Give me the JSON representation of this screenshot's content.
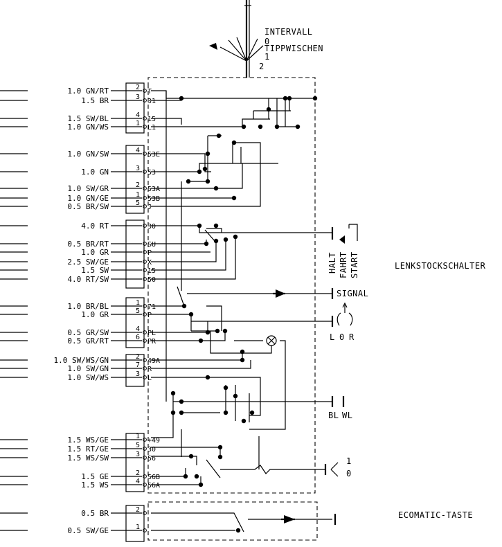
{
  "title": "LENKSTOCKSCHALTER",
  "ecomatic": "ECOMATIC-TASTE",
  "wiper_modes": {
    "intervall": "INTERVALL",
    "zero": "0",
    "tipp": "TIPPWISCHEN",
    "one": "1",
    "two": "2"
  },
  "ignition_states": {
    "halt": "HALT",
    "fahrt": "FAHRT",
    "start": "START"
  },
  "signal": "SIGNAL",
  "turn_labels": {
    "left": "L",
    "zero": "0",
    "right": "R"
  },
  "light_labels": {
    "bl": "BL",
    "wl": "WL"
  },
  "dimmer_labels": {
    "one": "1",
    "zero": "0"
  },
  "wires": [
    {
      "label": "1.0 GN/RT",
      "pin": "2",
      "term": "T"
    },
    {
      "label": "1.5 BR",
      "pin": "3",
      "term": "31"
    },
    {
      "label": "1.5 SW/BL",
      "pin": "4",
      "term": "15"
    },
    {
      "label": "1.0 GN/WS",
      "pin": "1",
      "term": "L1"
    },
    {
      "label": "1.0 GN/SW",
      "pin": "4",
      "term": "53E"
    },
    {
      "label": "1.0 GN",
      "pin": "3",
      "term": "53"
    },
    {
      "label": "1.0 SW/GR",
      "pin": "2",
      "term": "53A"
    },
    {
      "label": "1.0 GN/GE",
      "pin": "1",
      "term": "53B"
    },
    {
      "label": "0.5 BR/SW",
      "pin": "5",
      "term": "J"
    },
    {
      "label": "4.0 RT",
      "pin": "",
      "term": "30"
    },
    {
      "label": "0.5 BR/RT",
      "pin": "",
      "term": "SU"
    },
    {
      "label": "1.0 GR",
      "pin": "",
      "term": "P"
    },
    {
      "label": "2.5 SW/GE",
      "pin": "",
      "term": "X"
    },
    {
      "label": "1.5 SW",
      "pin": "",
      "term": "15"
    },
    {
      "label": "4.0 RT/SW",
      "pin": "",
      "term": "50"
    },
    {
      "label": "1.0 BR/BL",
      "pin": "1",
      "term": "71"
    },
    {
      "label": "1.0 GR",
      "pin": "5",
      "term": "P"
    },
    {
      "label": "0.5 GR/SW",
      "pin": "4",
      "term": "PL"
    },
    {
      "label": "0.5 GR/RT",
      "pin": "6",
      "term": "PR"
    },
    {
      "label": "1.0 SW/WS/GN",
      "pin": "2",
      "term": "49A"
    },
    {
      "label": "1.0 SW/GN",
      "pin": "7",
      "term": "R"
    },
    {
      "label": "1.0 SW/WS",
      "pin": "3",
      "term": "L"
    },
    {
      "label": "1.5 WS/GE",
      "pin": "1",
      "term": "+49"
    },
    {
      "label": "1.5 RT/GE",
      "pin": "5",
      "term": "30"
    },
    {
      "label": "1.5 WS/SW",
      "pin": "3",
      "term": "56"
    },
    {
      "label": "1.5 GE",
      "pin": "2",
      "term": "56B"
    },
    {
      "label": "1.5 WS",
      "pin": "4",
      "term": "56A"
    },
    {
      "label": "0.5 BR",
      "pin": "2",
      "term": ""
    },
    {
      "label": "0.5 SW/GE",
      "pin": "1",
      "term": ""
    }
  ]
}
